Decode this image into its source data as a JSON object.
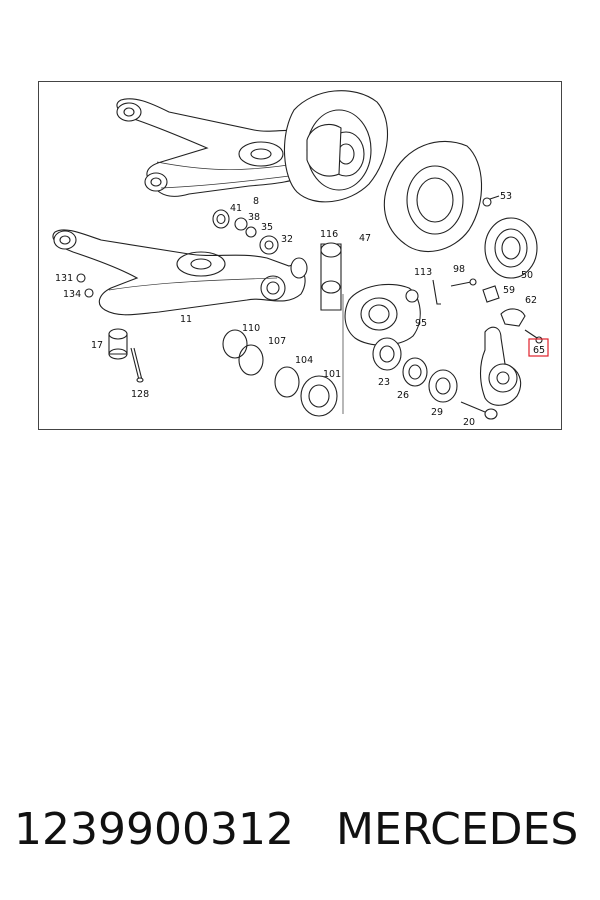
{
  "diagram": {
    "highlight_color": "#e0202a",
    "callouts": [
      {
        "id": "8",
        "text": "8"
      },
      {
        "id": "41",
        "text": "41"
      },
      {
        "id": "38",
        "text": "38"
      },
      {
        "id": "35",
        "text": "35"
      },
      {
        "id": "32",
        "text": "32"
      },
      {
        "id": "116",
        "text": "116"
      },
      {
        "id": "47",
        "text": "47"
      },
      {
        "id": "53",
        "text": "53"
      },
      {
        "id": "50",
        "text": "50"
      },
      {
        "id": "131",
        "text": "131"
      },
      {
        "id": "134",
        "text": "134"
      },
      {
        "id": "11",
        "text": "11"
      },
      {
        "id": "113",
        "text": "113"
      },
      {
        "id": "98",
        "text": "98"
      },
      {
        "id": "59",
        "text": "59"
      },
      {
        "id": "62",
        "text": "62"
      },
      {
        "id": "95",
        "text": "95"
      },
      {
        "id": "17",
        "text": "17"
      },
      {
        "id": "110",
        "text": "110"
      },
      {
        "id": "107",
        "text": "107"
      },
      {
        "id": "104",
        "text": "104"
      },
      {
        "id": "101",
        "text": "101"
      },
      {
        "id": "23",
        "text": "23"
      },
      {
        "id": "26",
        "text": "26"
      },
      {
        "id": "29",
        "text": "29"
      },
      {
        "id": "20",
        "text": "20"
      },
      {
        "id": "128",
        "text": "128"
      },
      {
        "id": "65",
        "text": "65"
      }
    ],
    "highlighted_callout": "65"
  },
  "caption": {
    "part_number": "1239900312",
    "brand": "MERCEDES"
  }
}
